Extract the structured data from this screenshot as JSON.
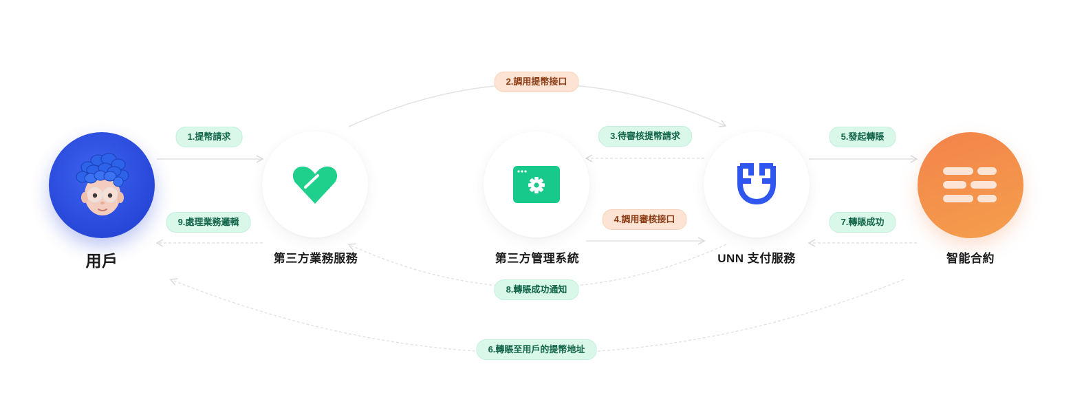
{
  "nodes": {
    "user": {
      "label": "用戶"
    },
    "business": {
      "label": "第三方業務服務"
    },
    "admin": {
      "label": "第三方管理系統"
    },
    "payment": {
      "label": "UNN 支付服務"
    },
    "contract": {
      "label": "智能合約"
    }
  },
  "steps": {
    "s1": "1.提幣請求",
    "s2": "2.調用提幣接口",
    "s3": "3.待審核提幣請求",
    "s4": "4.調用審核接口",
    "s5": "5.發起轉賬",
    "s6": "6.轉賬至用戶的提幣地址",
    "s7": "7.轉賬成功",
    "s8": "8.轉賬成功通知",
    "s9": "9.處理業務邏輯"
  },
  "colors": {
    "green_pill_bg": "#d9f8ea",
    "orange_pill_bg": "#fde3d3",
    "user_blue": "#2747d8",
    "brand_green": "#1fcf8c",
    "payment_blue": "#2f57f0",
    "contract_orange": "#f3834a"
  }
}
